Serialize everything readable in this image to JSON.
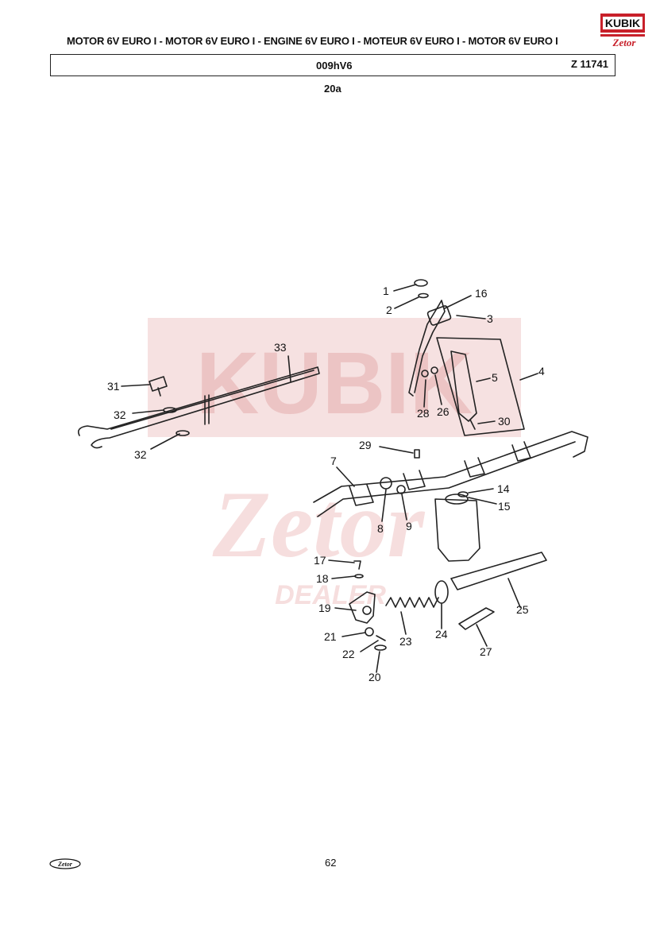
{
  "header": {
    "title": "MOTOR 6V EURO I - MOTOR 6V EURO I - ENGINE 6V EURO I - MOTEUR 6V EURO I - MOTOR 6V EURO I",
    "code": "009hV6",
    "z_number": "Z 11741",
    "sheet": "20a",
    "logo_text": "KUBIK",
    "logo_sub": "Zetor"
  },
  "watermark": {
    "text1": "KUBIK",
    "text2": "Zetor",
    "text3": "DEALER"
  },
  "footer": {
    "page_number": "62",
    "logo_text": "Zetor"
  },
  "callouts": [
    "1",
    "2",
    "3",
    "4",
    "5",
    "7",
    "8",
    "9",
    "14",
    "15",
    "16",
    "17",
    "18",
    "19",
    "20",
    "21",
    "22",
    "23",
    "24",
    "25",
    "26",
    "27",
    "28",
    "29",
    "30",
    "31",
    "32",
    "32",
    "33"
  ],
  "colors": {
    "ink": "#111111",
    "watermark": "#f3d6d6",
    "logo_red": "#c8202a"
  }
}
